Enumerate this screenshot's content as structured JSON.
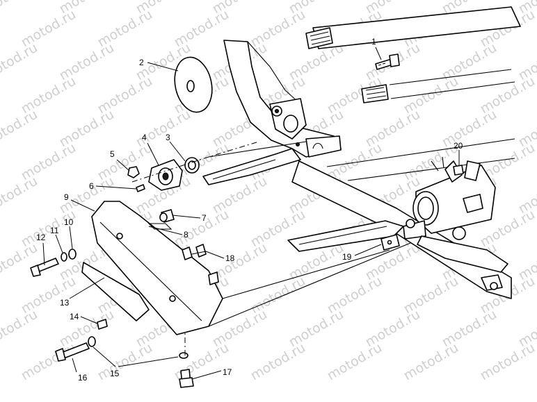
{
  "watermark": "motod.ru",
  "callouts": [
    "1",
    "2",
    "3",
    "4",
    "5",
    "6",
    "7",
    "8",
    "9",
    "10",
    "11",
    "12",
    "13",
    "14",
    "15",
    "16",
    "17",
    "18",
    "19",
    "20"
  ]
}
